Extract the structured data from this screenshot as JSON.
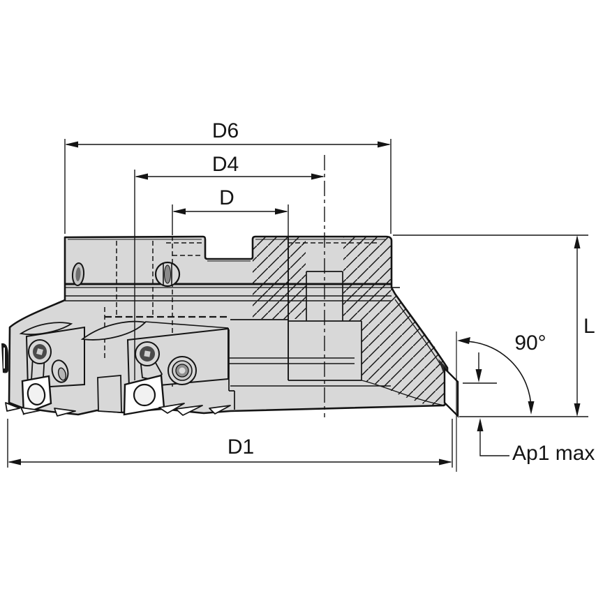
{
  "diagram": {
    "description_labels": {
      "d6": "D6",
      "d4": "D4",
      "d": "D",
      "d1": "D1",
      "length": "L",
      "lead_angle": "90°",
      "depth_of_cut": "Ap1 max"
    },
    "colors": {
      "background": "#ffffff",
      "body_fill": "#d8d8d8",
      "insert_fill": "#ffffff",
      "line": "#141414"
    }
  }
}
